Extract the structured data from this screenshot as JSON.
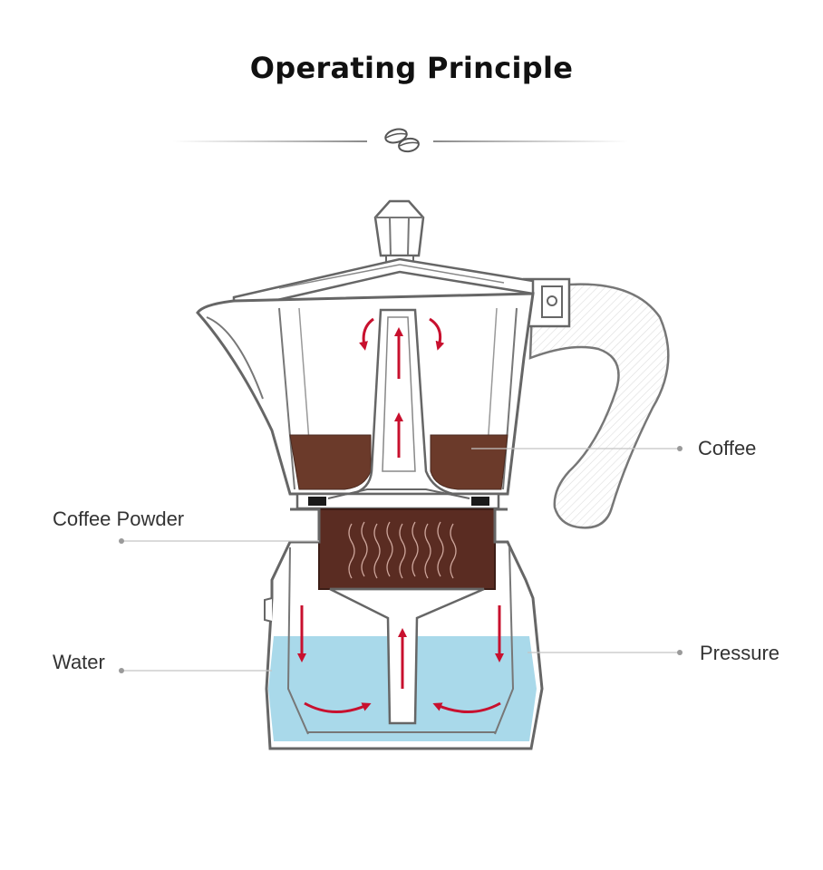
{
  "title": "Operating Principle",
  "labels": {
    "coffee": "Coffee",
    "coffee_powder": "Coffee Powder",
    "water": "Water",
    "pressure": "Pressure"
  },
  "colors": {
    "coffee": "#6b3a2a",
    "powder": "#5a2c22",
    "water": "#a9d9ea",
    "arrow": "#c8102e",
    "outline": "#6f6f6f",
    "leader": "#c4c4c4"
  },
  "icons": {
    "divider": "coffee-beans-icon"
  }
}
